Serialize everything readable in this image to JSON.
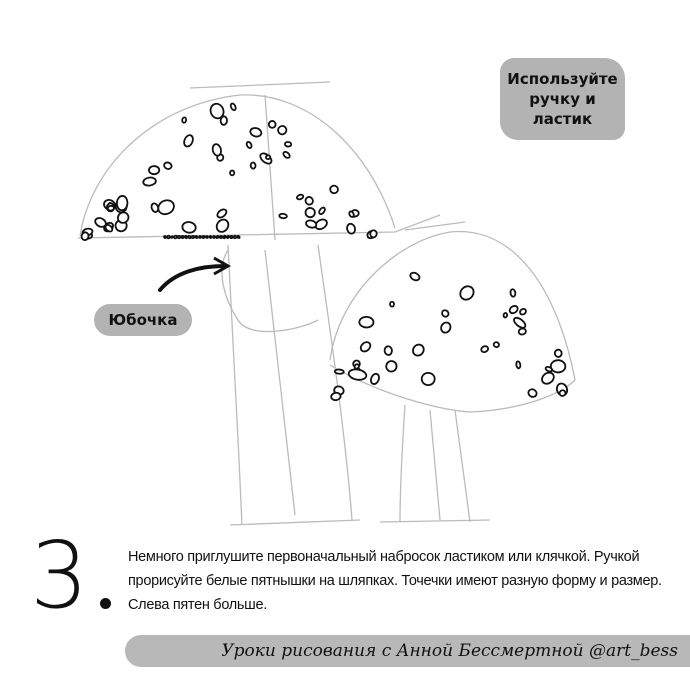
{
  "tip_label": "Используйте ручку и ластик",
  "skirt_label": "Юбочка",
  "step_number": "3",
  "description": "Немного приглушите первоначальный набросок ластиком или клячкой. Ручкой прорисуйте белые пятнышки на шляпках. Точечки имеют разную форму и размер. Слева пятен больше.",
  "credit": "Уроки рисования с Анной Бессмертной @art_bess"
}
